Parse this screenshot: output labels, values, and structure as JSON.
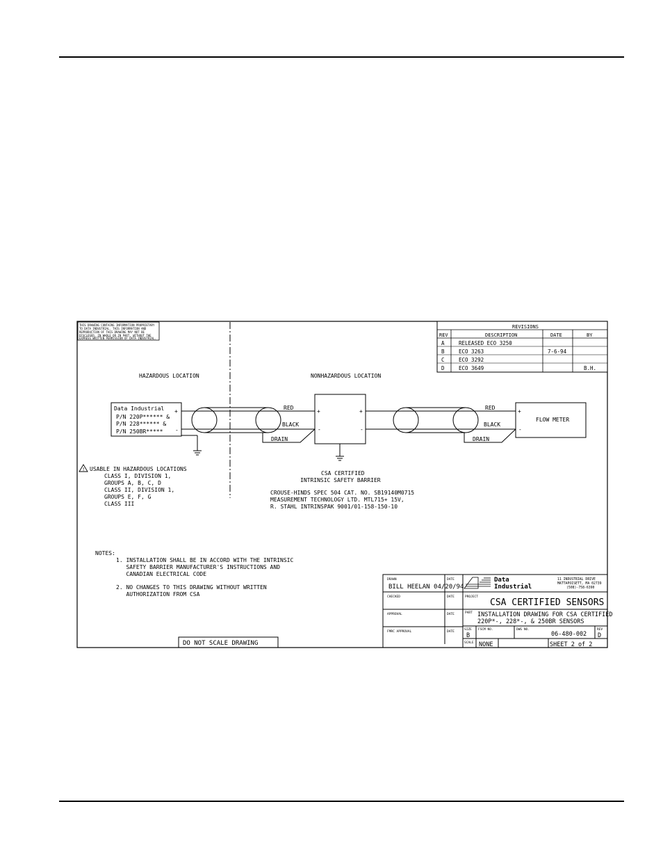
{
  "proprietary_notice": [
    "THIS DRAWING CONTAINS INFORMATION PROPRIETARY",
    "TO DATA INDUSTRIAL. THIS INFORMATION AND",
    "REPRODUCTION OF THIS DRAWING MAY NOT BE",
    "DISCLOSED, IN WHOLE OR IN PART, WITHOUT THE",
    "EXPRESS WRITTEN PERMISSION OF DATA INDUSTRIAL."
  ],
  "revisions": {
    "title": "REVISIONS",
    "headers": [
      "REV",
      "DESCRIPTION",
      "DATE",
      "BY"
    ],
    "rows": [
      [
        "A",
        "RELEASED ECO 3250",
        "",
        ""
      ],
      [
        "B",
        "ECO 3263",
        "7-6-94",
        ""
      ],
      [
        "C",
        "ECO 3292",
        "",
        ""
      ],
      [
        "D",
        "ECO 3649",
        "",
        "B.H."
      ]
    ]
  },
  "labels": {
    "hazardous": "HAZARDOUS LOCATION",
    "nonhazardous": "NONHAZARDOUS LOCATION",
    "sensor": [
      "Data Industrial",
      "P/N 220P****** &",
      "P/N 228****** &",
      "P/N 250BR*****"
    ],
    "flow_meter": "FLOW METER",
    "red": "RED",
    "black": "BLACK",
    "drain": "DRAIN",
    "plus": "+",
    "minus": "-",
    "barrier": [
      "CSA CERTIFIED",
      "INTRINSIC SAFETY BARRIER"
    ],
    "barrier_models": [
      "CROUSE-HINDS SPEC 504 CAT. NO. SB19140M0715",
      "MEASUREMENT TECHNOLOGY LTD. MTL715+ 15V,",
      "R. STAHL INTRINSPAK 9001/01-158-150-10"
    ],
    "warning_symbol": "!",
    "usable": "USABLE IN HAZARDOUS LOCATIONS",
    "classes": [
      "CLASS I, DIVISION 1,",
      " GROUPS A, B, C, D",
      "CLASS II, DIVISION 1,",
      " GROUPS E, F, G",
      "CLASS III"
    ]
  },
  "notes": {
    "title": "NOTES:",
    "lines": [
      "1. INSTALLATION SHALL BE IN ACCORD WITH THE INTRINSIC",
      "   SAFETY BARRIER MANUFACTURER'S INSTRUCTIONS AND",
      "   CANADIAN ELECTRICAL CODE",
      "",
      "2. NO CHANGES TO THIS DRAWING WITHOUT WRITTEN",
      "   AUTHORIZATION FROM CSA"
    ]
  },
  "do_not_scale": "DO NOT SCALE DRAWING",
  "title_block": {
    "drawn_label": "DRAWN",
    "drawn_value": "BILL HEELAN 04/20/94",
    "date_label": "DATE",
    "checked_label": "CHECKED",
    "approval_label": "APPROVAL",
    "fmc_approval_label": "FMRC APPROVAL",
    "company_name": [
      "Data",
      "Industrial"
    ],
    "company_address": [
      "11 INDUSTRIAL DRIVE",
      "MATTAPOISETT, MA 02739",
      "(508)-758-6390"
    ],
    "project_label": "PROJECT",
    "project_value": "CSA CERTIFIED SENSORS",
    "part_label": "PART",
    "part_value": [
      "INSTALLATION DRAWING FOR CSA CERTIFIED",
      "220P*-, 228*-, & 250BR SENSORS"
    ],
    "size_label": "SIZE",
    "size_value": "B",
    "fscm_label": "FSCM NO.",
    "dwg_label": "DWG NO.",
    "dwg_value": "06-480-002",
    "rev_label": "REV",
    "rev_value": "D",
    "scale_label": "SCALE",
    "scale_value": "NONE",
    "sheet_value": "SHEET 2 of 2"
  }
}
